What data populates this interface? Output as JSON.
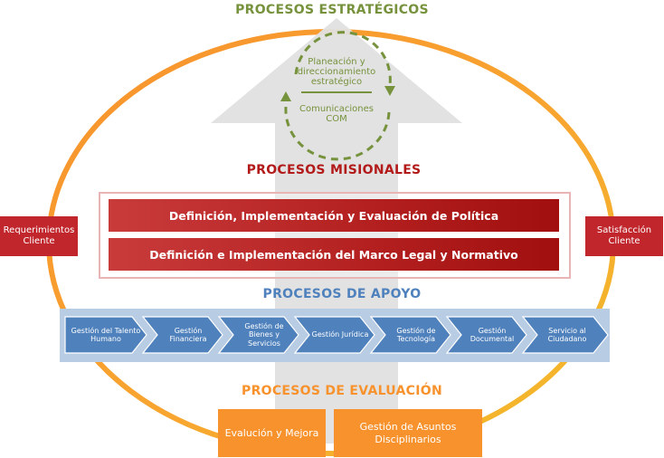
{
  "headings": {
    "estrategicos": "PROCESOS ESTRATÉGICOS",
    "misionales": "PROCESOS MISIONALES",
    "apoyo": "PROCESOS DE APOYO",
    "evaluacion": "PROCESOS DE EVALUACIÓN"
  },
  "strategic": {
    "planeacion": "Planeación y direccionamiento estratégico",
    "comunicaciones": "Comunicaciones COM"
  },
  "misionales": [
    "Definición, Implementación y Evaluación de Política",
    "Definición e Implementación del Marco Legal y Normativo"
  ],
  "side_boxes": {
    "requerimientos": "Requerimientos Cliente",
    "satisfaccion": "Satisfacción Cliente"
  },
  "apoyo": [
    "Gestión del Talento Humano",
    "Gestión Financiera",
    "Gestión de Bienes y Servicios",
    "Gestión Jurídica",
    "Gestión de Tecnología",
    "Gestión Documental",
    "Servicio al Ciudadano"
  ],
  "evaluacion": [
    "Evalución y Mejora",
    "Gestión de Asuntos Disciplinarios"
  ],
  "colors": {
    "strategic_green": "#76923c",
    "mission_red": "#b31b1b",
    "support_blue": "#4f81bd",
    "evaluation_orange": "#f7922d",
    "arrow_gray": "#e0e0e0"
  }
}
